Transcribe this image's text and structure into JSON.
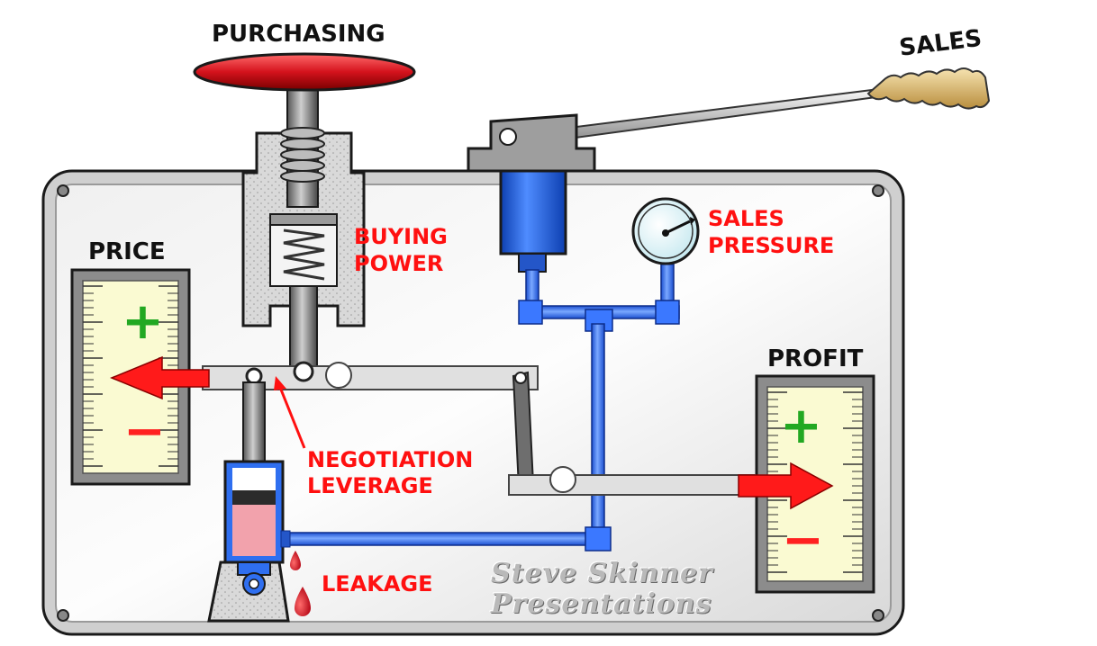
{
  "labels": {
    "purchasing": "PURCHASING",
    "sales": "SALES",
    "price": "PRICE",
    "profit": "PROFIT",
    "buying_power_line1": "BUYING",
    "buying_power_line2": "POWER",
    "sales_pressure_line1": "SALES",
    "sales_pressure_line2": "PRESSURE",
    "negotiation_line1": "NEGOTIATION",
    "negotiation_line2": "LEVERAGE",
    "leakage": "LEAKAGE"
  },
  "gauges": {
    "price": {
      "plus": "+",
      "minus": "−"
    },
    "profit": {
      "plus": "+",
      "minus": "−"
    }
  },
  "watermark": {
    "line1": "Steve Skinner",
    "line2": "Presentations"
  },
  "colors": {
    "handwheel": "#d4121c",
    "cylinder": "#1f5fe0",
    "pipe": "#2f6ff0",
    "arrow": "#ff1010",
    "gauge_face": "#fafad2",
    "panel": "#e4e4e4",
    "fluid": "#f2a2ac"
  }
}
